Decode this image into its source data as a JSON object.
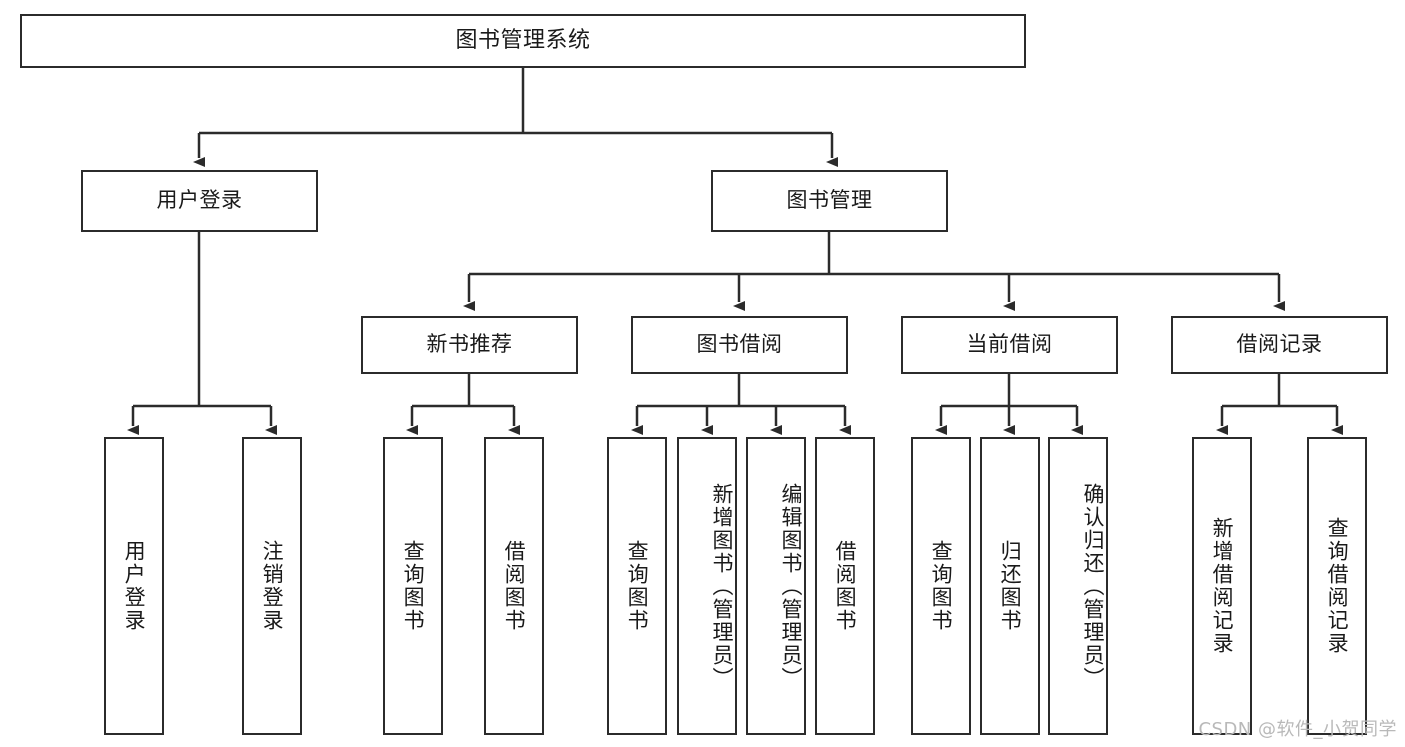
{
  "diagram": {
    "title": "图书管理系统",
    "type": "hierarchy-tree",
    "root": {
      "id": "root",
      "label": "图书管理系统"
    },
    "level2": [
      {
        "id": "user-login",
        "label": "用户登录"
      },
      {
        "id": "book-manage",
        "label": "图书管理"
      }
    ],
    "level3": [
      {
        "id": "new-book-rec",
        "label": "新书推荐",
        "parent": "book-manage"
      },
      {
        "id": "book-borrow",
        "label": "图书借阅",
        "parent": "book-manage"
      },
      {
        "id": "current-borrow",
        "label": "当前借阅",
        "parent": "book-manage"
      },
      {
        "id": "borrow-record",
        "label": "借阅记录",
        "parent": "book-manage"
      }
    ],
    "leaves": {
      "user-login": [
        {
          "id": "leaf-user-login",
          "label": "用户登录"
        },
        {
          "id": "leaf-user-logout",
          "label": "注销登录"
        }
      ],
      "new-book-rec": [
        {
          "id": "leaf-query-book-1",
          "label": "查询图书"
        },
        {
          "id": "leaf-borrow-book-1",
          "label": "借阅图书"
        }
      ],
      "book-borrow": [
        {
          "id": "leaf-query-book-2",
          "label": "查询图书"
        },
        {
          "id": "leaf-add-book",
          "label": "新增图书（管理员）"
        },
        {
          "id": "leaf-edit-book",
          "label": "编辑图书（管理员）"
        },
        {
          "id": "leaf-borrow-book-2",
          "label": "借阅图书"
        }
      ],
      "current-borrow": [
        {
          "id": "leaf-query-book-3",
          "label": "查询图书"
        },
        {
          "id": "leaf-return-book",
          "label": "归还图书"
        },
        {
          "id": "leaf-confirm-return",
          "label": "确认归还（管理员）"
        }
      ],
      "borrow-record": [
        {
          "id": "leaf-add-record",
          "label": "新增借阅记录"
        },
        {
          "id": "leaf-query-record",
          "label": "查询借阅记录"
        }
      ]
    },
    "colors": {
      "stroke": "#2b2b2b",
      "fill": "#ffffff",
      "text": "#1a1a1a",
      "watermark": "#b9b9b9"
    }
  },
  "watermark": {
    "text": "CSDN @软件_小贺同学"
  }
}
